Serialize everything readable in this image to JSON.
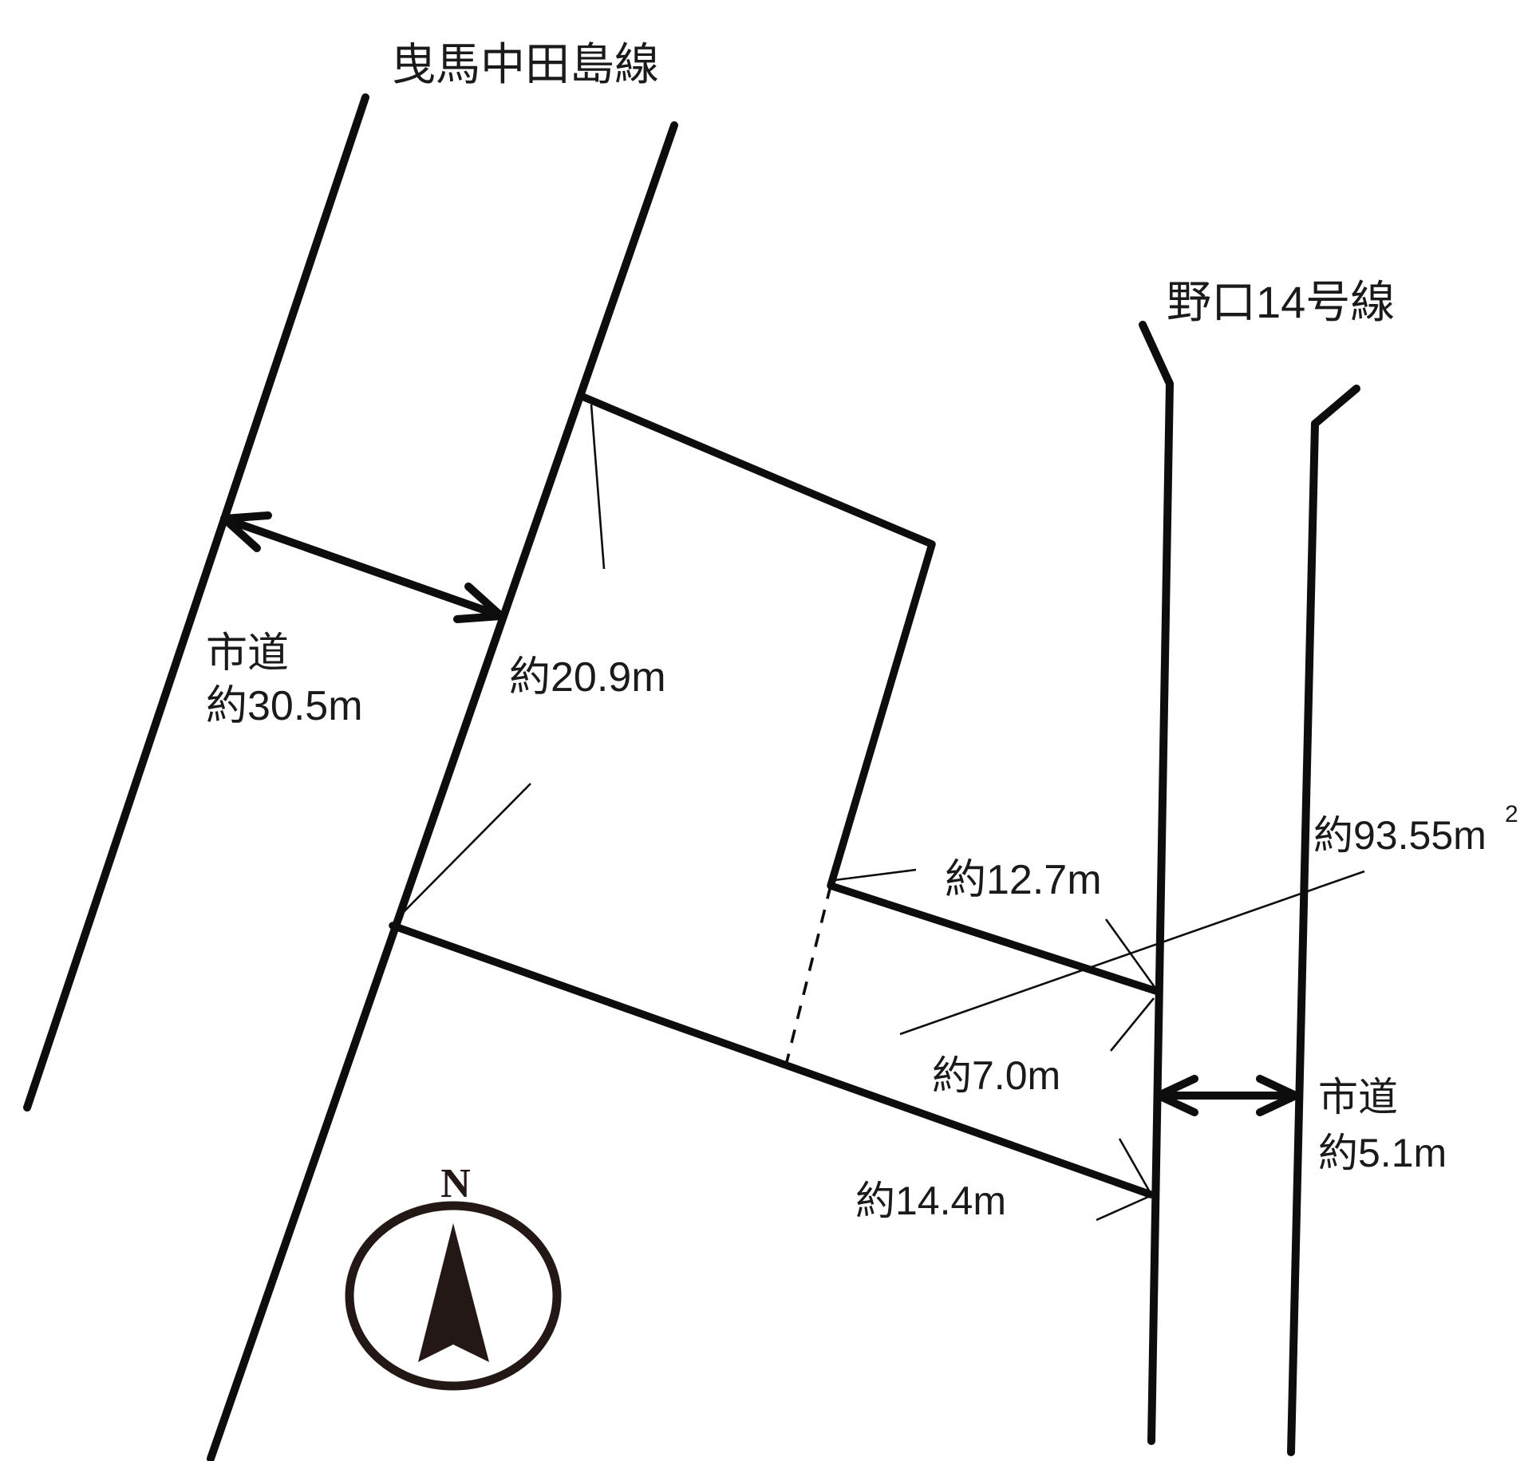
{
  "page": {
    "background": "#ffffff"
  },
  "colors": {
    "line_ink": "#0d0d0d",
    "text_ink": "#1a1a1a",
    "compass_ink": "#231815"
  },
  "labels": {
    "road_top_left": "曳馬中田島線",
    "road_right": "野口14号線",
    "left_road": {
      "type": "市道",
      "width": "約30.5m"
    },
    "west_boundary_length": "約20.9m",
    "upper_east_boundary_length": "約12.7m",
    "section_area": {
      "value": "約93.55m",
      "sup": "2"
    },
    "road_frontage_length": "約7.0m",
    "right_road": {
      "type": "市道",
      "width": "約5.1m"
    },
    "south_boundary_length": "約14.4m",
    "compass": {
      "north": "N"
    }
  }
}
